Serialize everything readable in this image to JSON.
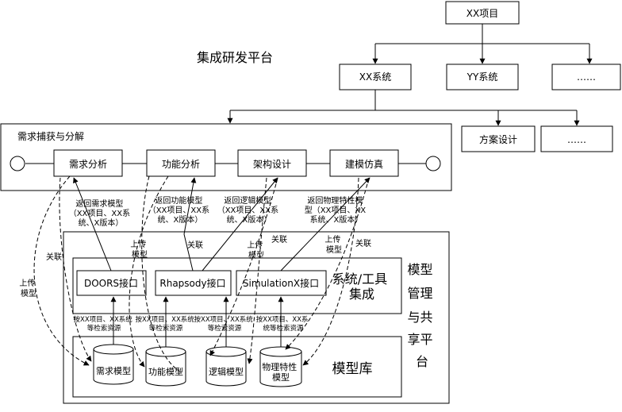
{
  "title": "集成研发平台",
  "hierarchy": {
    "root": "XX项目",
    "level2": [
      "XX系统",
      "YY系统",
      "……"
    ],
    "level3": [
      "方案设计",
      "……"
    ]
  },
  "requirements_panel": {
    "title": "需求捕获与分解",
    "stages": [
      "需求分析",
      "功能分析",
      "架构设计",
      "建模仿真"
    ]
  },
  "return_notes": [
    [
      "返回需求模型",
      "（XX项目、XX系",
      "统、X版本）"
    ],
    [
      "返回功能模型",
      "（XX项目、XX系",
      "统、X版本）"
    ],
    [
      "返回逻辑模型",
      "（XX项目、XX系",
      "统、X版本）"
    ],
    [
      "返回物理特性模",
      "型（XX项目、XX",
      "系统、X版本）"
    ]
  ],
  "edge_labels": {
    "upload_model": [
      "上传",
      "模型"
    ],
    "associate": "关联"
  },
  "interfaces_panel": {
    "title": [
      "系统/工具",
      "集成"
    ],
    "interfaces": [
      "DOORS接口",
      "Rhapsody接口",
      "SimulationX接口"
    ]
  },
  "search_notes": [
    [
      "按XX项目、XX系统",
      "等检索资源"
    ],
    [
      "按XX项目、XX系统",
      "等检索资源"
    ],
    [
      "按XX项目、XX系统",
      "等检索资源"
    ],
    [
      "按XX项目、XX系",
      "统等检索资源"
    ]
  ],
  "model_library": {
    "title": "模型库",
    "models": [
      [
        "需求模型"
      ],
      [
        "功能模型"
      ],
      [
        "逻辑模型"
      ],
      [
        "物理特性",
        "模型"
      ]
    ]
  },
  "side_title": [
    "模型",
    "管理",
    "与共",
    "享平",
    "台"
  ]
}
